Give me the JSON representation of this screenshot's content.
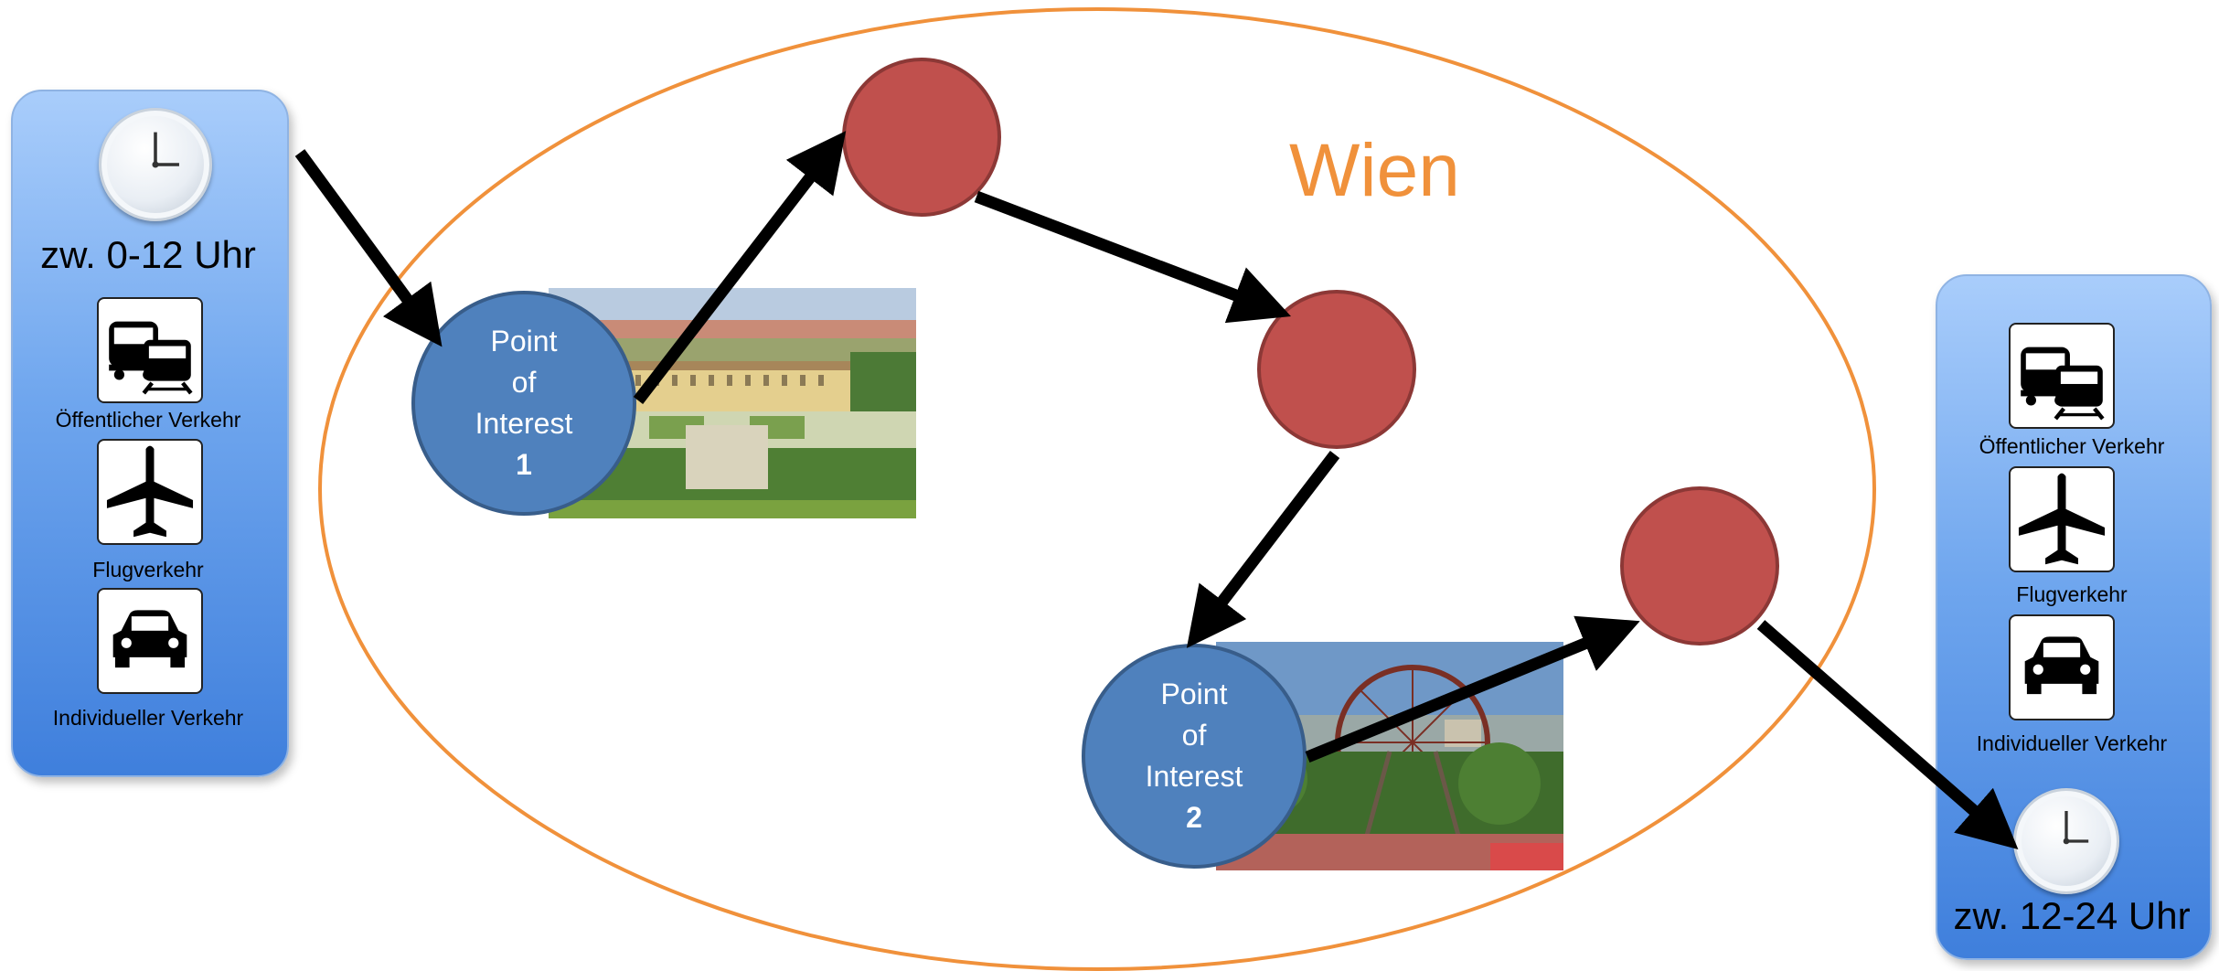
{
  "diagram": {
    "city": "Wien",
    "start": {
      "time_label": "zw. 0-12 Uhr",
      "icon": "clock-icon"
    },
    "end": {
      "time_label": "zw. 12-24 Uhr",
      "icon": "clock-icon"
    },
    "transport_modes": [
      {
        "label": "Öffentlicher Verkehr",
        "icon": "bus-train-icon"
      },
      {
        "label": "Flugverkehr",
        "icon": "airplane-icon"
      },
      {
        "label": "Individueller Verkehr",
        "icon": "car-icon"
      }
    ],
    "poi1": {
      "line1": "Point",
      "line2": "of",
      "line3": "Interest",
      "number": "1",
      "photo": "palace-photo"
    },
    "poi2": {
      "line1": "Point",
      "line2": "of",
      "line3": "Interest",
      "number": "2",
      "photo": "ferris-wheel-photo"
    },
    "colors": {
      "city_outline": "#f0913b",
      "poi_fill": "#4f81bd",
      "stop_fill": "#c0504d",
      "panel_blue": "#4f8ee6",
      "arrow": "#000000"
    }
  }
}
